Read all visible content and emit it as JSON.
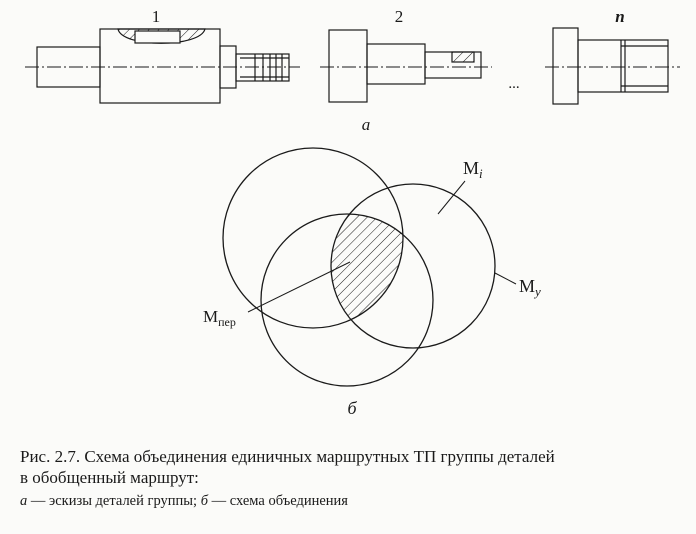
{
  "figure": {
    "part_labels": [
      "1",
      "2",
      "n"
    ],
    "ellipsis": "...",
    "subfig_a": "а",
    "subfig_b": "б",
    "circle_labels": {
      "mi_base": "M",
      "mi_sub": "i",
      "my_base": "M",
      "my_sub": "y",
      "mper_base": "M",
      "mper_sub": "пер"
    }
  },
  "caption": {
    "line1": "Рис. 2.7. Схема объединения единичных маршрутных ТП группы деталей",
    "line2": "в обобщенный маршрут:",
    "a_letter": "а",
    "a_text": " — эскизы деталей группы; ",
    "b_letter": "б",
    "b_text": " — схема объединения"
  }
}
